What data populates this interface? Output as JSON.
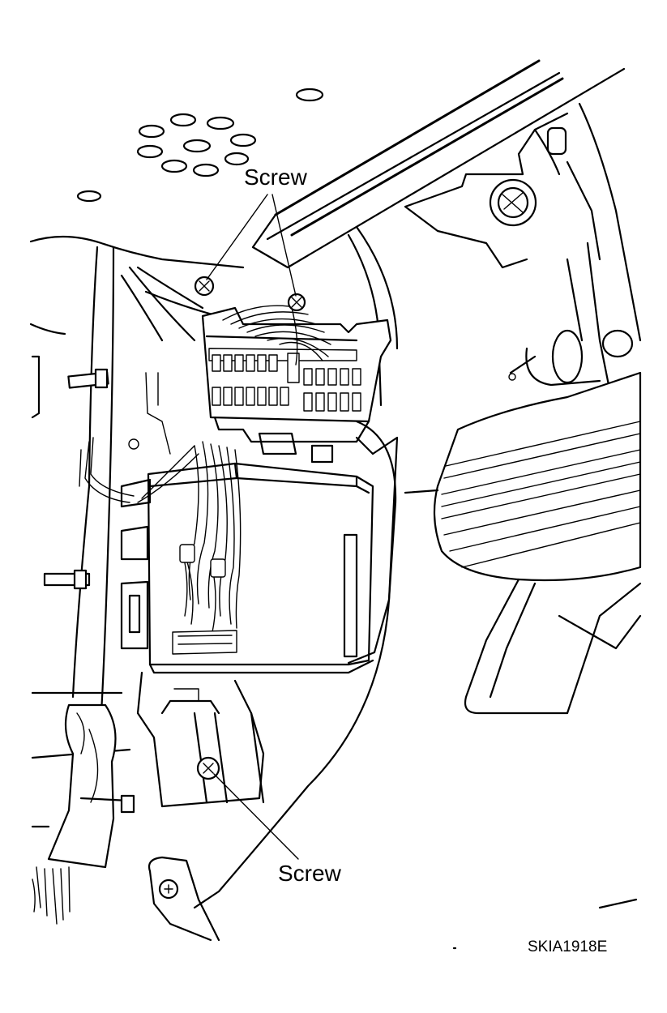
{
  "labels": {
    "screw_top": "Screw",
    "screw_bottom": "Screw",
    "figure_code": "SKIA1918E"
  }
}
